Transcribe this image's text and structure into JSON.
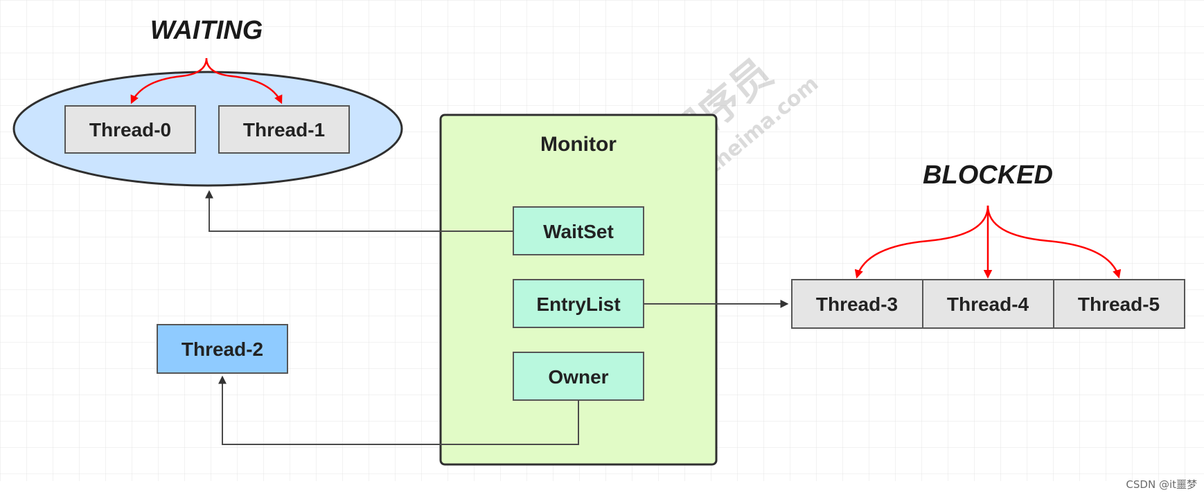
{
  "states": {
    "waiting": "WAITING",
    "blocked": "BLOCKED"
  },
  "monitor": {
    "title": "Monitor",
    "waitset": "WaitSet",
    "entrylist": "EntryList",
    "owner": "Owner"
  },
  "threads": {
    "t0": "Thread-0",
    "t1": "Thread-1",
    "t2": "Thread-2",
    "t3": "Thread-3",
    "t4": "Thread-4",
    "t5": "Thread-5"
  },
  "watermark": {
    "brand": "黑马程序员",
    "url": "www.itheima.com"
  },
  "footer": {
    "credit": "CSDN @it噩梦"
  },
  "colors": {
    "waiting_ellipse": "#cbe4ff",
    "monitor_fill": "#e1fbc6",
    "monitor_slot_fill": "#b9f8de",
    "thread_fill": "#e5e5e5",
    "owner_thread_fill": "#8fcbff",
    "red_arrow": "#ff0000",
    "grid_line": "#e4e4e4"
  }
}
